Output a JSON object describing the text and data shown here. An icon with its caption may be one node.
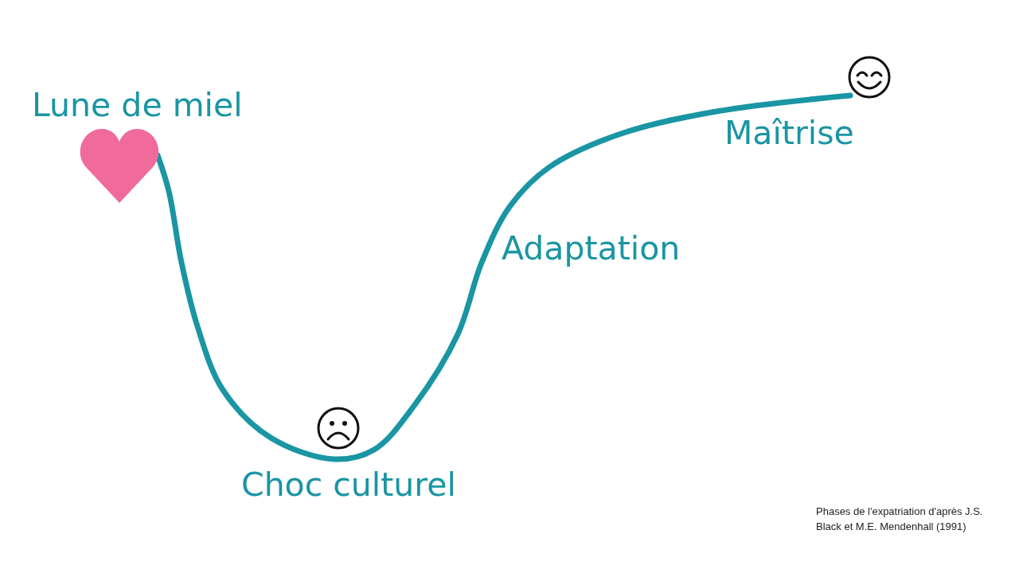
{
  "diagram": {
    "caption": "Phases de l'expatriation d'après J.S. Black et M.E. Mendenhall (1991)",
    "nodes": [
      {
        "text": [],
        "shape": "heart"
      },
      {
        "text": [],
        "shape": "smiley"
      }
    ],
    "edges": [
      {
        "from": 0,
        "to": 1,
        "arrow": "none"
      }
    ],
    "labels": [
      "Lune de miel",
      "Maîtrise",
      "Adaptation",
      "Choc culturel"
    ]
  }
}
